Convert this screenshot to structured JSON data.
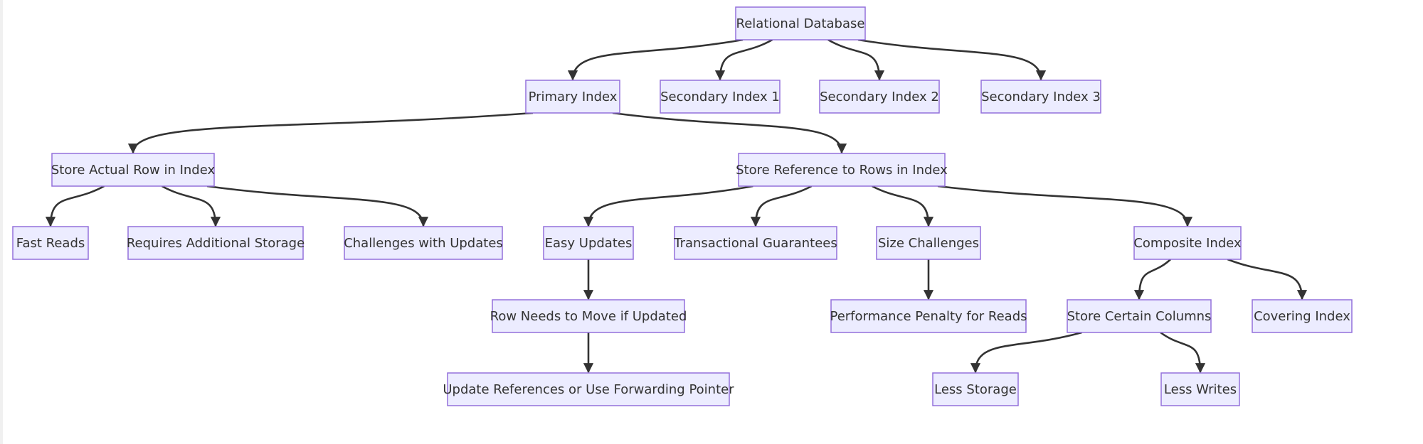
{
  "nodes": {
    "relational_database": "Relational Database",
    "primary_index": "Primary Index",
    "secondary_index_1": "Secondary Index 1",
    "secondary_index_2": "Secondary Index 2",
    "secondary_index_3": "Secondary Index 3",
    "store_actual_row": "Store Actual Row in Index",
    "store_reference": "Store Reference to Rows in Index",
    "fast_reads": "Fast Reads",
    "requires_storage": "Requires Additional Storage",
    "challenges_updates": "Challenges with Updates",
    "easy_updates": "Easy Updates",
    "transactional_guarantees": "Transactional Guarantees",
    "size_challenges": "Size Challenges",
    "composite_index": "Composite Index",
    "row_needs_move": "Row Needs to Move if Updated",
    "performance_penalty": "Performance Penalty for Reads",
    "store_certain_columns": "Store Certain Columns",
    "covering_index": "Covering Index",
    "update_references": "Update References or Use Forwarding Pointer",
    "less_storage": "Less Storage",
    "less_writes": "Less Writes"
  },
  "edges": [
    [
      "relational_database",
      "primary_index"
    ],
    [
      "relational_database",
      "secondary_index_1"
    ],
    [
      "relational_database",
      "secondary_index_2"
    ],
    [
      "relational_database",
      "secondary_index_3"
    ],
    [
      "primary_index",
      "store_actual_row"
    ],
    [
      "primary_index",
      "store_reference"
    ],
    [
      "store_actual_row",
      "fast_reads"
    ],
    [
      "store_actual_row",
      "requires_storage"
    ],
    [
      "store_actual_row",
      "challenges_updates"
    ],
    [
      "store_reference",
      "easy_updates"
    ],
    [
      "store_reference",
      "transactional_guarantees"
    ],
    [
      "store_reference",
      "size_challenges"
    ],
    [
      "store_reference",
      "composite_index"
    ],
    [
      "easy_updates",
      "row_needs_move"
    ],
    [
      "row_needs_move",
      "update_references"
    ],
    [
      "size_challenges",
      "performance_penalty"
    ],
    [
      "composite_index",
      "store_certain_columns"
    ],
    [
      "composite_index",
      "covering_index"
    ],
    [
      "store_certain_columns",
      "less_storage"
    ],
    [
      "store_certain_columns",
      "less_writes"
    ]
  ],
  "colors": {
    "node_fill": "#ececff",
    "node_border": "#9370db",
    "edge": "#333333",
    "text": "#333333"
  }
}
